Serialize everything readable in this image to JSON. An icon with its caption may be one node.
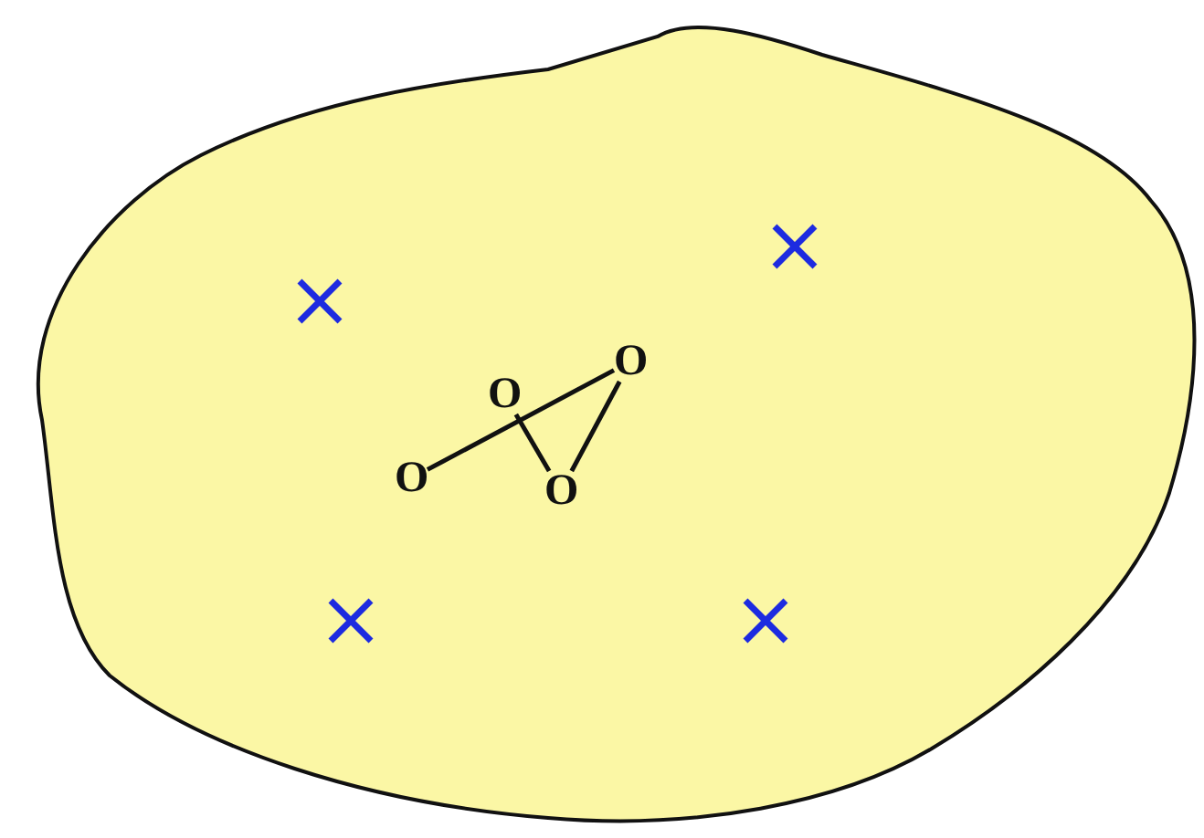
{
  "diagram": {
    "nodes": [
      {
        "text": [
          "O"
        ]
      },
      {
        "text": [
          "O"
        ]
      },
      {
        "text": [
          "O"
        ]
      },
      {
        "text": [
          "O"
        ]
      }
    ],
    "edges": [
      {
        "from": 2,
        "to": 0,
        "arrow": "none"
      },
      {
        "from": 1,
        "to": 3,
        "arrow": "none"
      },
      {
        "from": 3,
        "to": 0,
        "arrow": "none"
      }
    ]
  }
}
